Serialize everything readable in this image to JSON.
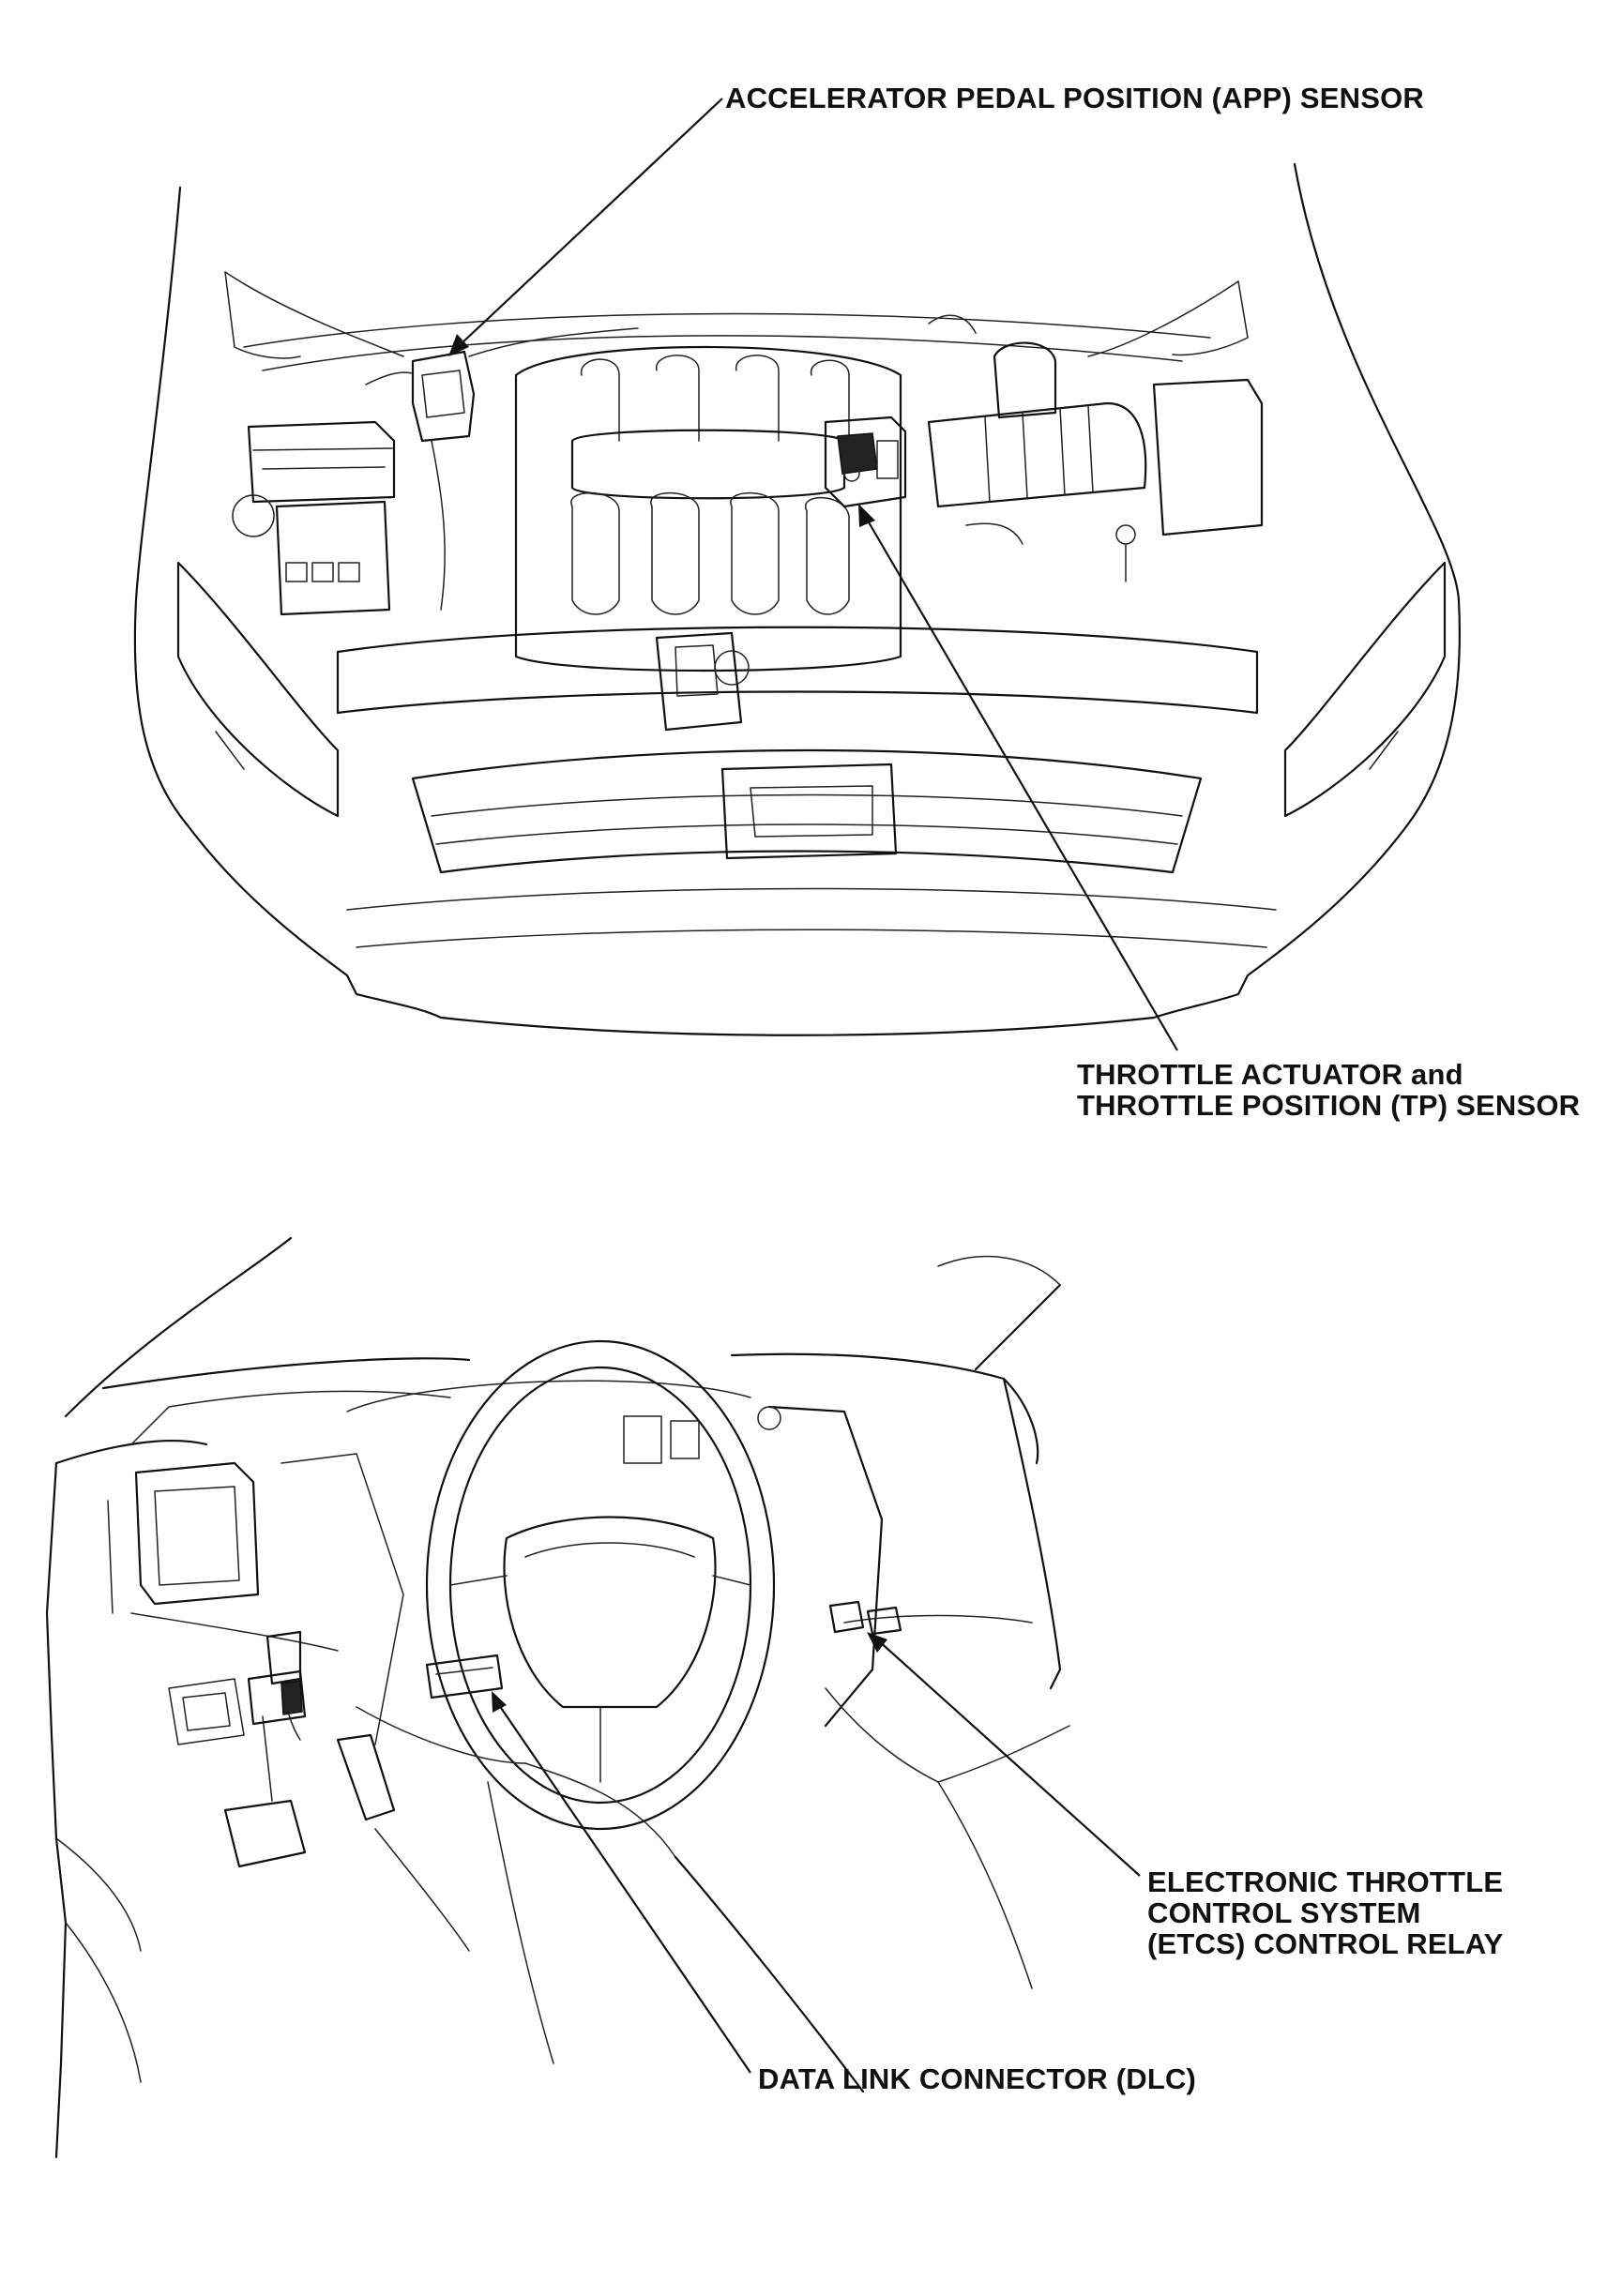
{
  "labels": {
    "app_sensor": "ACCELERATOR PEDAL POSITION (APP) SENSOR",
    "throttle_actuator_line1": "THROTTLE ACTUATOR and",
    "throttle_actuator_line2": "THROTTLE POSITION (TP) SENSOR",
    "etcs_line1": "ELECTRONIC THROTTLE",
    "etcs_line2": "CONTROL SYSTEM",
    "etcs_line3": "(ETCS) CONTROL RELAY",
    "dlc": "DATA LINK CONNECTOR (DLC)"
  },
  "colors": {
    "line": "#111111",
    "background": "#ffffff"
  }
}
